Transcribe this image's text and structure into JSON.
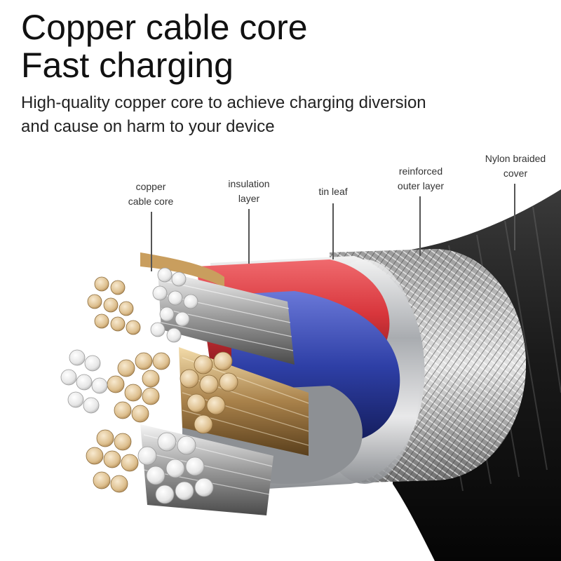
{
  "headline": {
    "line1": "Copper cable core",
    "line2": "Fast charging"
  },
  "subtitle": {
    "line1": "High-quality copper core to achieve charging diversion",
    "line2": "and cause on harm to your device"
  },
  "labels": [
    {
      "line1": "copper",
      "line2": "cable core"
    },
    {
      "line1": "insulation",
      "line2": "layer"
    },
    {
      "line1": "tin leaf",
      "line2": ""
    },
    {
      "line1": "reinforced",
      "line2": "outer layer"
    },
    {
      "line1": "Nylon braided",
      "line2": "cover"
    }
  ],
  "colors": {
    "copper": "#d9b27a",
    "silver": "#e8e8e8",
    "insulation_red": "#d8363c",
    "insulation_blue": "#2e3fa6",
    "tin_foil": "#b9bcc0",
    "nylon_braid": "#1c1c1c"
  }
}
